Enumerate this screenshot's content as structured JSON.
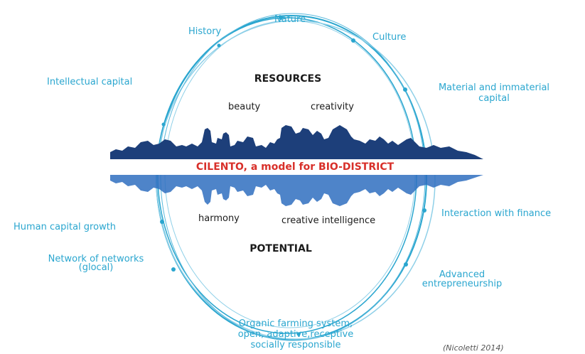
{
  "center": {
    "title": "CILENTO, a model for BIO-DISTRICT",
    "resources_heading": "RESOURCES",
    "potential_heading": "POTENTIAL",
    "beauty": "beauty",
    "creativity": "creativity",
    "harmony": "harmony",
    "creative_intelligence": "creative intelligence"
  },
  "labels": {
    "history": "History",
    "nature": "Nature",
    "culture": "Culture",
    "intellectual_capital": "Intellectual capital",
    "material_line1": "Material and immaterial",
    "material_line2": "capital",
    "interaction_finance": "Interaction with finance",
    "human_capital_growth": "Human capital growth",
    "network_line1": "Network of networks",
    "network_line2": "(glocal)",
    "advanced_line1": "Advanced",
    "advanced_line2": "entrepreneurship",
    "organic_line1": "Organic farming system,",
    "organic_line2": "open, adaptive,receptive",
    "organic_line3": "socially responsible"
  },
  "citation": "(Nicoletti 2014)",
  "colors": {
    "ring": "#2aa6cf",
    "ring_light": "#8fd0e8",
    "skyline": "#1d3f7a",
    "reflection": "#2f6fc0",
    "title": "#d8302a",
    "label": "#2aa6cf",
    "text_dark": "#1b1b1b"
  }
}
